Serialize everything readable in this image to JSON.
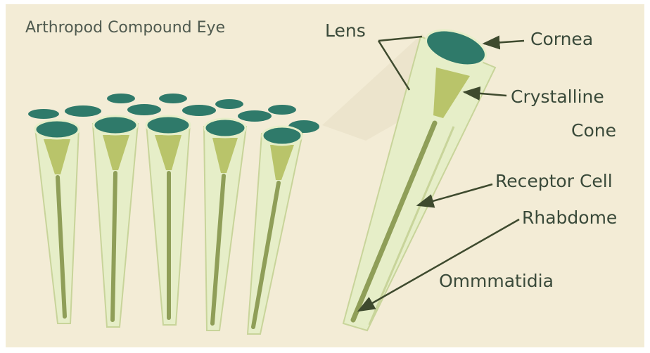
{
  "title": "Arthropod Compound Eye",
  "labels": {
    "lens": "Lens",
    "cornea": "Cornea",
    "crystalline_line1": "Crystalline",
    "crystalline_line2": "Cone",
    "receptor_cell": "Receptor Cell",
    "rhabdome": "Rhabdome",
    "ommatidia": "Ommmatidia"
  },
  "colors": {
    "background": "#f3ecd6",
    "tube_fill": "#e6eec8",
    "tube_stroke": "#c8d49a",
    "cornea": "#2f7a6a",
    "cone": "#b9c46a",
    "rhabdome": "#8f9e58",
    "arrow": "#3e4a2e"
  }
}
